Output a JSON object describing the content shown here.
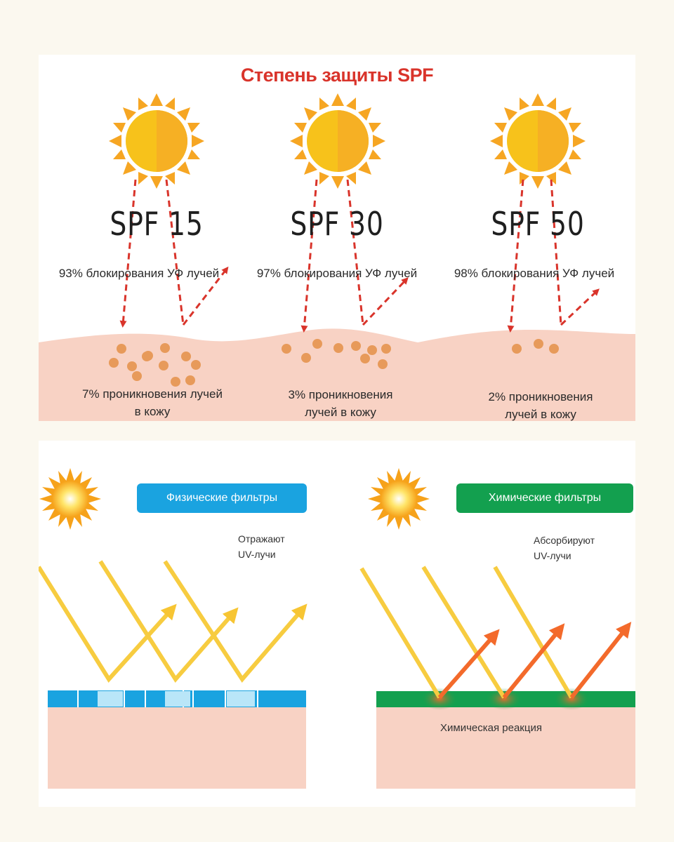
{
  "top": {
    "title": "Степень защиты SPF",
    "levels": [
      {
        "spf": "SPF 15",
        "blocking": "93% блокирования УФ лучей",
        "penetration_line1": "7% проникновения лучей",
        "penetration_line2": "в кожу"
      },
      {
        "spf": "SPF 30",
        "blocking": "97% блокирования УФ лучей",
        "penetration_line1": "3% проникновения",
        "penetration_line2": "лучей в кожу"
      },
      {
        "spf": "SPF 50",
        "blocking": "98% блокирования УФ лучей",
        "penetration_line1": "2% проникновения",
        "penetration_line2": "лучей в кожу"
      }
    ]
  },
  "bottom": {
    "physical": {
      "badge": "Физические фильтры",
      "note_line1": "Отражают",
      "note_line2": "UV-лучи"
    },
    "chemical": {
      "badge": "Химические фильтры",
      "note_line1": "Абсорбируют",
      "note_line2": "UV-лучи",
      "reaction": "Химическая реакция"
    }
  },
  "colors": {
    "background": "#fbf8ef",
    "title_red": "#d9342b",
    "sun_yellow": "#f7c21b",
    "sun_orange": "#f6a623",
    "skin": "#f8d2c4",
    "dot_orange": "#e79a5a",
    "arrow_red": "#d9342b",
    "ray_yellow": "#f7cf3e",
    "physical_blue": "#1aa3e0",
    "chemical_green": "#13a04f",
    "absorbed_orange": "#f36a2b"
  }
}
